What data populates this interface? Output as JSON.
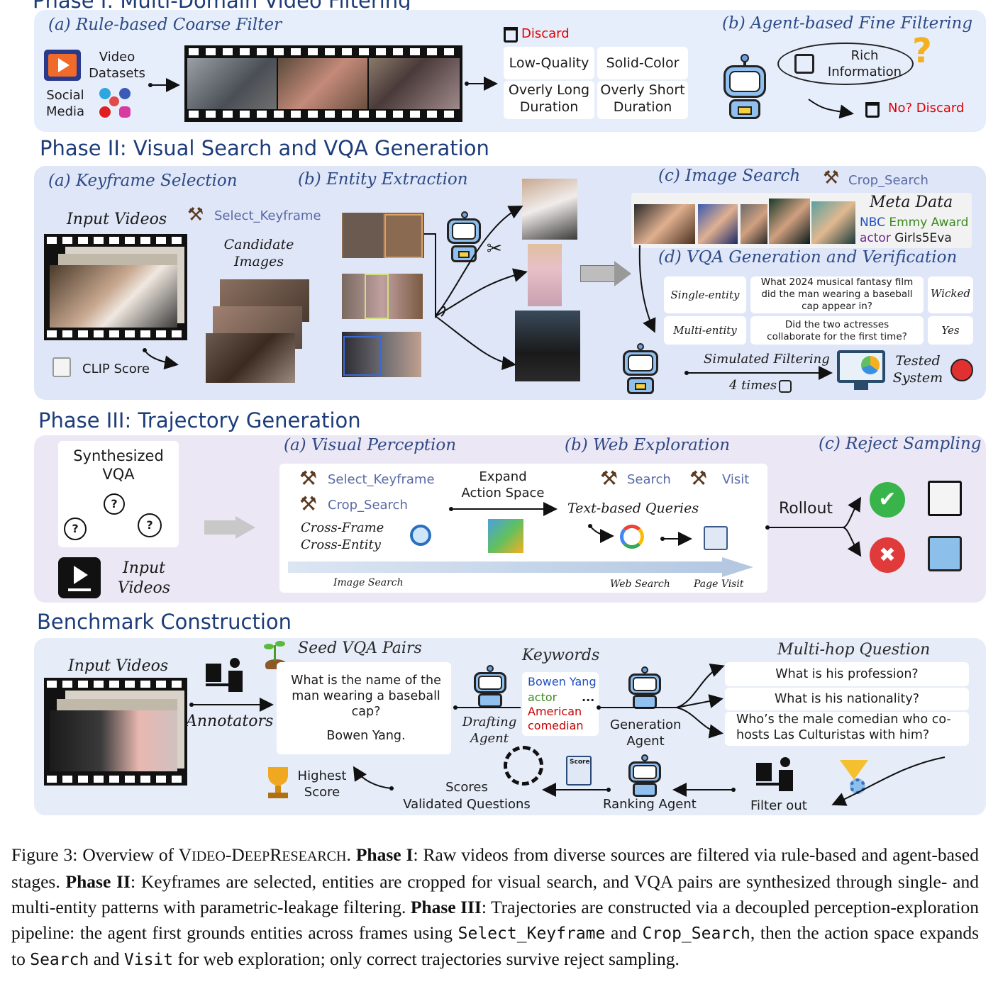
{
  "phase1": {
    "title": "Phase I: Multi-Domain Video Filtering",
    "coarse_title": "(a) Rule-based Coarse Filter",
    "fine_title": "(b) Agent-based Fine Filtering",
    "video_datasets": "Video Datasets",
    "social_media": "Social Media",
    "discard": "Discard",
    "filters": [
      "Low-Quality",
      "Solid-Color",
      "Overly Long Duration",
      "Overly Short Duration"
    ],
    "rich_information": "Rich Information",
    "no_discard": "No? Discard"
  },
  "phase2": {
    "title": "Phase II: Visual Search and VQA Generation",
    "keyframe_title": "(a) Keyframe Selection",
    "entity_title": "(b) Entity Extraction",
    "image_search_title": "(c) Image Search",
    "vqa_title": "(d) VQA Generation and Verification",
    "input_videos": "Input Videos",
    "select_keyframe": "Select_Keyframe",
    "candidate_images": "Candidate Images",
    "clip_score": "CLIP Score",
    "crop_search": "Crop_Search",
    "meta_data": "Meta Data",
    "meta_nbc": "NBC",
    "meta_emmy": "Emmy Award",
    "meta_actor": "actor",
    "meta_show": "Girls5Eva",
    "vqa_rows": [
      {
        "type": "Single-entity",
        "question": "What 2024 musical fantasy film did the man wearing a baseball cap appear in?",
        "answer": "Wicked"
      },
      {
        "type": "Multi-entity",
        "question": "Did the two actresses collaborate for the first time?",
        "answer": "Yes"
      }
    ],
    "simulated_filtering": "Simulated Filtering",
    "four_times": "4 times",
    "tested_system": "Tested System"
  },
  "phase3": {
    "title": "Phase III: Trajectory Generation",
    "synthesized_vqa": "Synthesized VQA",
    "input_videos": "Input Videos",
    "visual_perception_title": "(a) Visual Perception",
    "web_exploration_title": "(b) Web Exploration",
    "reject_sampling_title": "(c) Reject Sampling",
    "select_keyframe": "Select_Keyframe",
    "crop_search": "Crop_Search",
    "cross_frame": "Cross-Frame",
    "cross_entity": "Cross-Entity",
    "expand_action_space": "Expand Action Space",
    "search": "Search",
    "visit": "Visit",
    "text_based_queries": "Text-based Queries",
    "image_search": "Image Search",
    "web_search": "Web Search",
    "page_visit": "Page Visit",
    "rollout": "Rollout"
  },
  "bench": {
    "title": "Benchmark Construction",
    "input_videos": "Input Videos",
    "annotators": "Annotators",
    "seed_title": "Seed VQA Pairs",
    "seed_question": "What is the name of the man wearing a baseball cap?",
    "seed_answer": "Bowen Yang.",
    "keywords_title": "Keywords",
    "kw_name": "Bowen Yang",
    "kw_actor": "actor",
    "kw_american": "American",
    "kw_comedian": "comedian",
    "kw_more": "...",
    "drafting_agent": "Drafting Agent",
    "generation_agent": "Generation Agent",
    "multihop_title": "Multi-hop Question",
    "multihop": [
      "What is his profession?",
      "What is his nationality?",
      "Who’s the male comedian who co-hosts Las Culturistas with him?"
    ],
    "highest_score": "Highest Score",
    "scores": "Scores",
    "validated_questions": "Validated Questions",
    "score_label": "Score",
    "ranking_agent": "Ranking Agent",
    "filter_out": "Filter out"
  },
  "caption": {
    "fig": "Figure 3: Overview of",
    "name_v": "V",
    "name_ideo": "IDEO",
    "name_d": "-D",
    "name_eep": "EEP",
    "name_r": "R",
    "name_esearch": "ESEARCH",
    "p1_label": "Phase I",
    "p1_text": ": Raw videos from diverse sources are filtered via rule-based and agent-based stages.",
    "p2_label": "Phase II",
    "p2_text": ": Keyframes are selected, entities are cropped for visual search, and VQA pairs are synthesized through single- and multi-entity patterns with parametric-leakage filtering.",
    "p3_label": "Phase III",
    "p3_text_a": ": Trajectories are constructed via a decoupled perception-exploration pipeline: the agent first grounds entities across frames using",
    "code_select": "Select_Keyframe",
    "and1": "and",
    "code_crop": "Crop_Search",
    "p3_text_b": ", then the action space expands to",
    "code_search": "Search",
    "and2": "and",
    "code_visit": "Visit",
    "p3_text_c": "for web exploration; only correct trajectories survive reject sampling."
  }
}
